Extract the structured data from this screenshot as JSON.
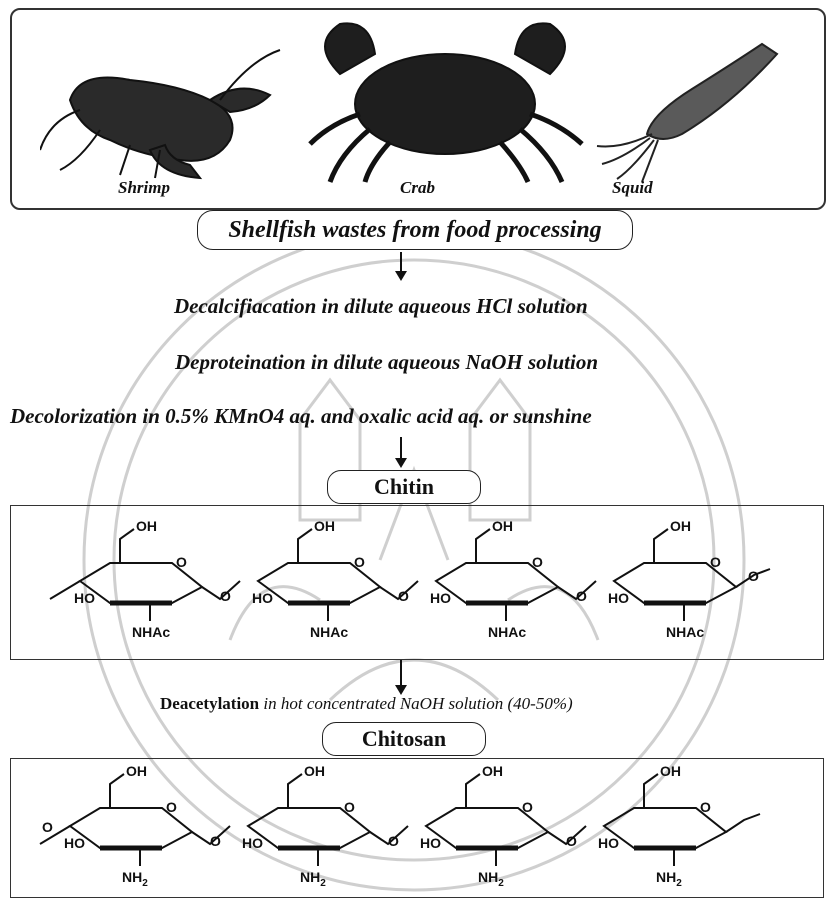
{
  "organisms": {
    "shrimp": "Shrimp",
    "crab": "Crab",
    "squid": "Squid"
  },
  "source_title": "Shellfish wastes from food processing",
  "steps": [
    "Decalcifiacation in dilute aqueous HCl solution",
    "Deproteination in dilute aqueous NaOH solution",
    "Decolorization in 0.5% KMnO4 aq. and oxalic acid aq. or sunshine"
  ],
  "chitin": {
    "title": "Chitin",
    "units": [
      {
        "oh": "OH",
        "ho": "HO",
        "sub": "NHAc"
      },
      {
        "oh": "OH",
        "ho": "HO",
        "sub": "NHAc"
      },
      {
        "oh": "OH",
        "ho": "HO",
        "sub": "NHAc"
      },
      {
        "oh": "OH",
        "ho": "HO",
        "sub": "NHAc"
      }
    ]
  },
  "deacetylation": {
    "bold_part": "Deacetylation",
    "rest": " in hot concentrated  NaOH solution (40-50%)"
  },
  "chitosan": {
    "title": "Chitosan",
    "units": [
      {
        "oh": "OH",
        "ho": "HO",
        "sub": "NH",
        "sub2": "2"
      },
      {
        "oh": "OH",
        "ho": "HO",
        "sub": "NH",
        "sub2": "2"
      },
      {
        "oh": "OH",
        "ho": "HO",
        "sub": "NH",
        "sub2": "2"
      },
      {
        "oh": "OH",
        "ho": "HO",
        "sub": "NH",
        "sub2": "2"
      }
    ]
  },
  "ring_oxygen": "O",
  "colors": {
    "ink": "#111111",
    "watermark": "#c8c8c8"
  }
}
